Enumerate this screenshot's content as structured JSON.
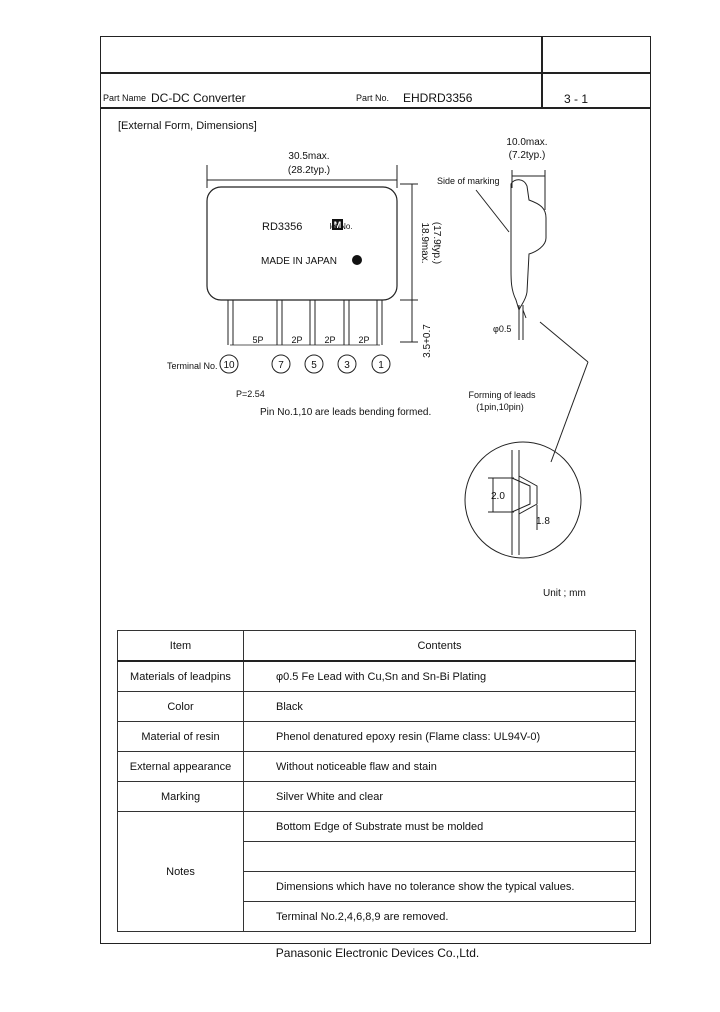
{
  "header": {
    "part_name_label": "Part Name",
    "part_name": "DC-DC  Converter",
    "part_no_label": "Part No.",
    "part_no": "EHDRD3356",
    "page": "3  -  1"
  },
  "section_title": "[External Form,  Dimensions]",
  "drawing": {
    "width_dim": "30.5max.",
    "width_typ": "(28.2typ.)",
    "height_dim": "18.9max.",
    "height_typ": "(17.9typ.)",
    "lead_dim": "3.5+0.7",
    "depth_dim": "10.0max.",
    "depth_typ": "(7.2typ.)",
    "side_marking": "Side of marking",
    "model_mark": "RD3356",
    "logo_letter": "M",
    "lot_no": "lot No.",
    "made_in": "MADE IN JAPAN",
    "pitches": [
      "5P",
      "2P",
      "2P",
      "2P"
    ],
    "terminal_label": "Terminal No.",
    "terminals": [
      "10",
      "7",
      "5",
      "3",
      "1"
    ],
    "pitch_note": "P=2.54",
    "bend_note": "Pin No.1,10 are leads bending formed.",
    "lead_diam": "φ0.5",
    "forming_title": "Forming of leads",
    "forming_sub": "(1pin,10pin)",
    "forming_h": "2.0",
    "forming_w": "1.8",
    "unit": "Unit  ;  mm"
  },
  "table": {
    "col_item": "Item",
    "col_contents": "Contents",
    "rows": [
      {
        "item": "Materials of leadpins",
        "contents": "φ0.5 Fe Lead with Cu,Sn and Sn-Bi Plating"
      },
      {
        "item": "Color",
        "contents": "Black"
      },
      {
        "item": "Material of resin",
        "contents": "Phenol denatured epoxy resin (Flame class: UL94V-0)"
      },
      {
        "item": "External appearance",
        "contents": "Without noticeable flaw and stain"
      },
      {
        "item": "Marking",
        "contents": "Silver White and clear"
      }
    ],
    "notes_label": "Notes",
    "notes": [
      "Bottom Edge of Substrate must be molded",
      "",
      "Dimensions which have no tolerance show the typical values.",
      "Terminal No.2,4,6,8,9 are removed."
    ]
  },
  "footer": "Panasonic Electronic Devices Co.,Ltd."
}
